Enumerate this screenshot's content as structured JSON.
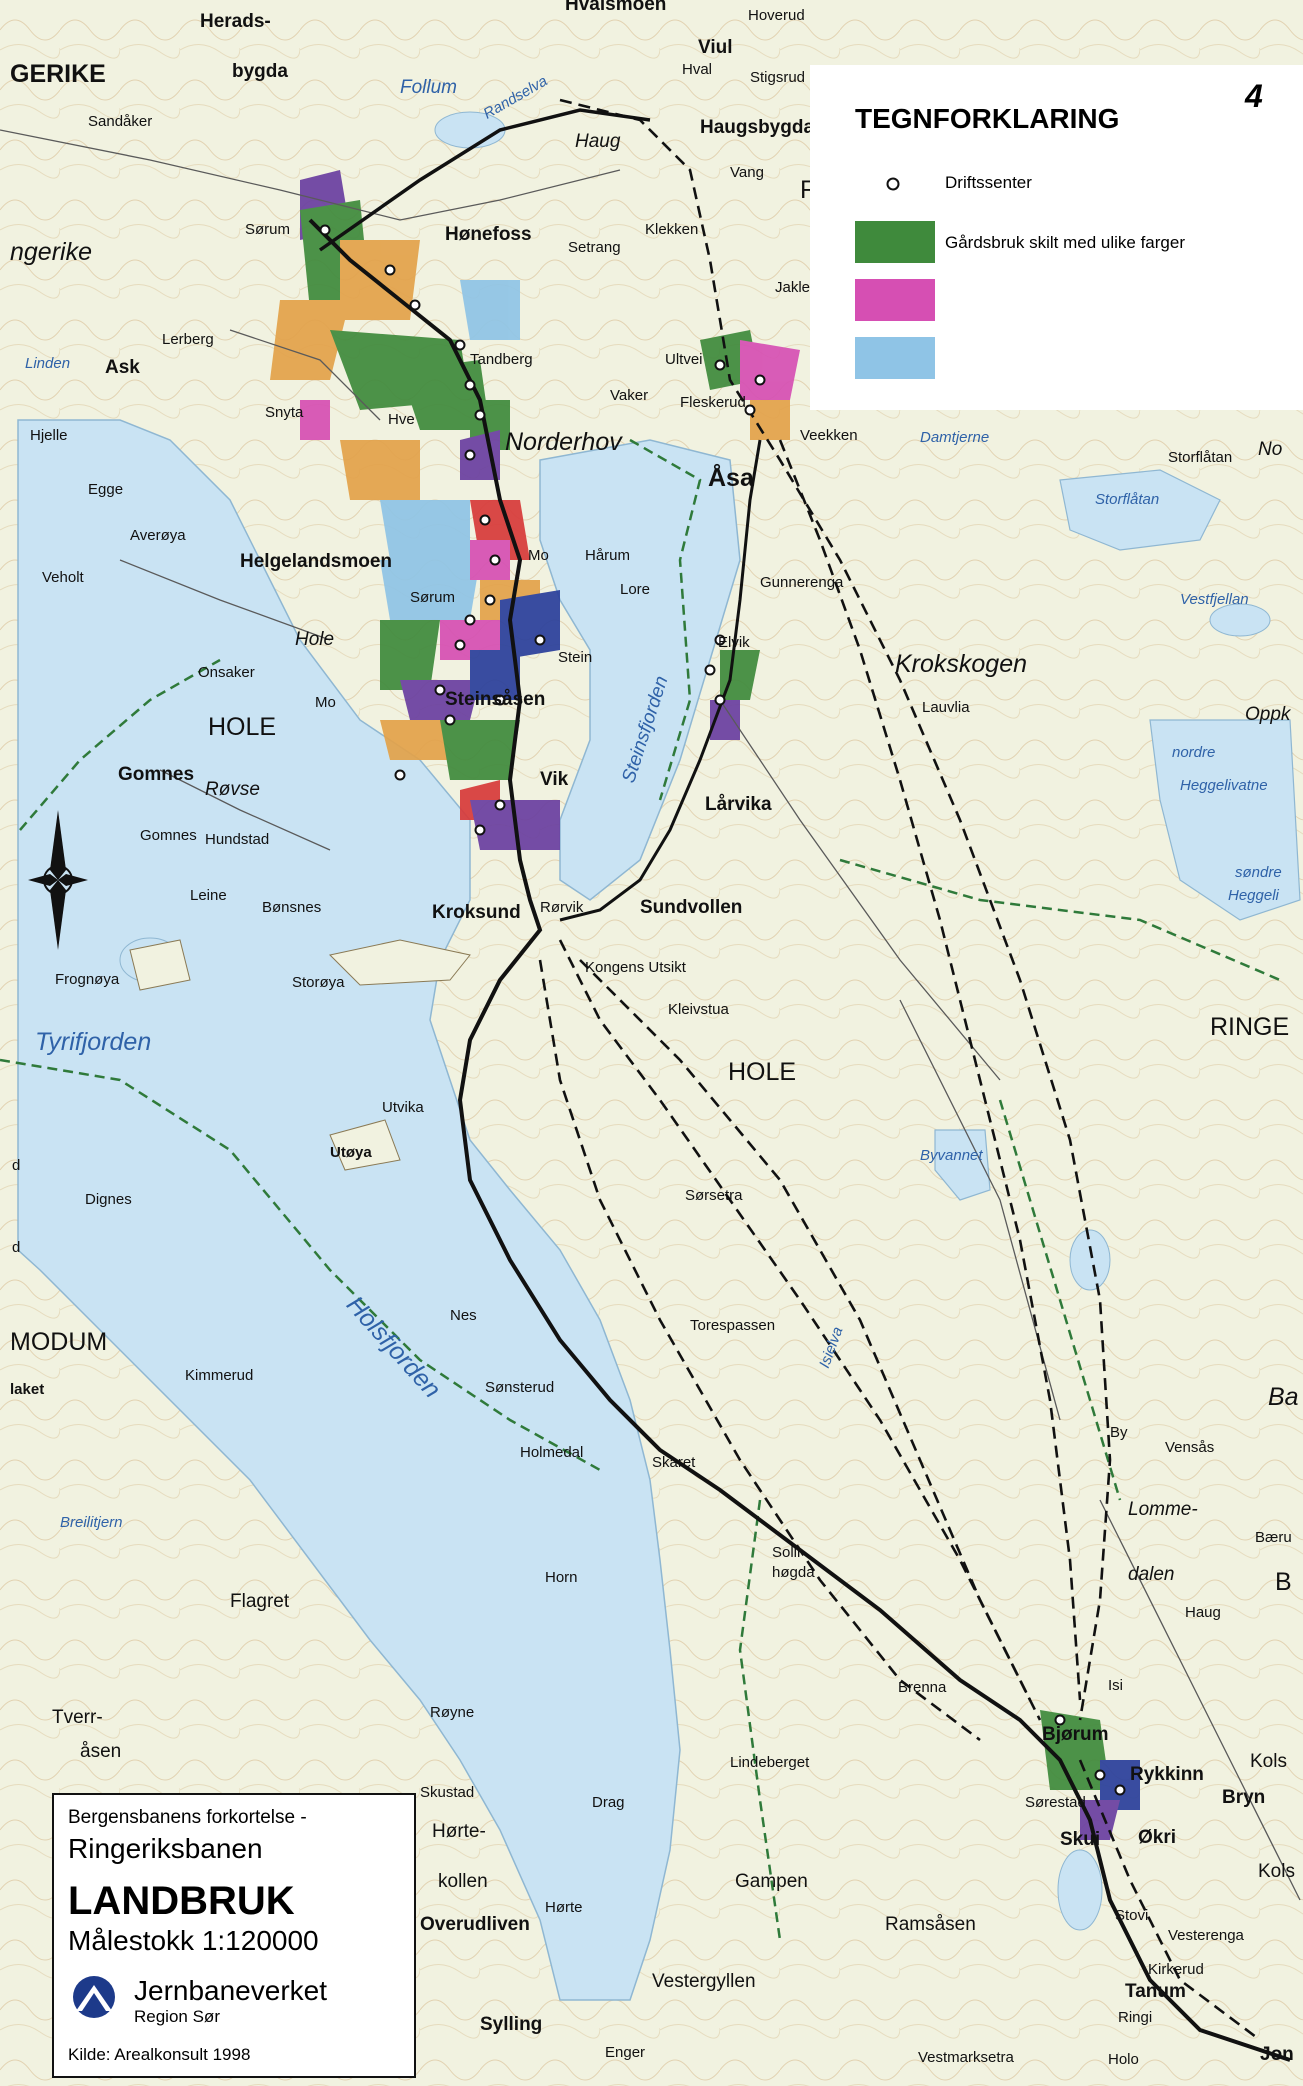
{
  "page_number": "4",
  "legend": {
    "title": "TEGNFORKLARING",
    "items": [
      {
        "symbol": "circle-icon",
        "label": "Driftssenter"
      },
      {
        "symbol": "green-swatch",
        "color": "#3f8a3c",
        "label": "Gårdsbruk skilt med ulike farger"
      },
      {
        "symbol": "magenta-swatch",
        "color": "#d64fb3",
        "label": ""
      },
      {
        "symbol": "blue-swatch",
        "color": "#8fc4e6",
        "label": ""
      }
    ]
  },
  "colors": {
    "water": "#c9e3f3",
    "land": "#f1f2e0",
    "farm_green": "#3f8a3c",
    "farm_magenta": "#d64fb3",
    "farm_blue": "#8fc4e6",
    "farm_orange": "#e3a24a",
    "farm_purple": "#6a3fa0",
    "farm_red": "#d83a3a",
    "farm_navy": "#2a3f9b",
    "route": "#111111",
    "boundary": "#2f7a3a"
  },
  "title_box": {
    "line1": "Bergensbanens forkortelse -",
    "line2": "Ringeriksbanen",
    "title": "LANDBRUK",
    "scale": "Målestokk 1:120000",
    "organization": "Jernbaneverket",
    "region": "Region Sør",
    "source": "Kilde: Arealkonsult 1998"
  },
  "places": {
    "heradsbygda_1": "Herads-",
    "heradsbygda_2": "bygda",
    "hvalsmoen": "Hvalsmoen",
    "hoverud": "Hoverud",
    "viul": "Viul",
    "hval": "Hval",
    "stigsrud": "Stigsrud",
    "gerike": "GERIKE",
    "sandaker": "Sandåker",
    "follum": "Follum",
    "randselva": "Randselva",
    "haug": "Haug",
    "haugsbygda": "Haugsbygda",
    "vang": "Vang",
    "ri": "RI",
    "sorum": "Sørum",
    "honefoss": "Hønefoss",
    "setrang": "Setrang",
    "klekken": "Klekken",
    "agerike": "ngerike",
    "jaklefo": "Jaklefo",
    "lerberg": "Lerberg",
    "tandberg": "Tandberg",
    "ultvei": "Ultvei",
    "linden": "Linden",
    "ask": "Ask",
    "snyta": "Snyta",
    "vaker": "Vaker",
    "fleskerud": "Fleskerud",
    "hjelle": "Hjelle",
    "hve": "Hve",
    "norderhov": "Norderhov",
    "dambjerne": "Damtjerne",
    "veekken": "Veekken",
    "storflatan1": "Storflåtan",
    "no": "No",
    "asa": "Åsa",
    "egge": "Egge",
    "storflatan2": "Storflåtan",
    "averoya": "Averøya",
    "helgelandsmoen": "Helgelandsmoen",
    "mo1": "Mo",
    "harum": "Hårum",
    "veholt": "Veholt",
    "lore": "Lore",
    "gunnerenga": "Gunnerenga",
    "sorum2": "Sørum",
    "hole_small": "Hole",
    "vestfjellan": "Vestfjellan",
    "stein": "Stein",
    "elvik": "Elvik",
    "onsaker": "Onsaker",
    "krokskogen": "Krokskogen",
    "mo2": "Mo",
    "steinsasen": "Steinsåsen",
    "lauvlia": "Lauvlia",
    "oppk": "Oppk",
    "hole_big": "HOLE",
    "steinsfjorden": "Steinsfjorden",
    "nordre": "nordre",
    "heggelivatne": "Heggelivatne",
    "gomnes": "Gomnes",
    "rovse": "Røvse",
    "vik": "Vik",
    "larvika": "Lårvika",
    "gomnes2": "Gomnes",
    "hundstad": "Hundstad",
    "sondre": "søndre",
    "heggeli": "Heggeli",
    "leine": "Leine",
    "bonsnes": "Bønsnes",
    "kroksund": "Kroksund",
    "rorvik": "Rørvik",
    "sundvollen": "Sundvollen",
    "kongens_utsikt": "Kongens Utsikt",
    "frognoya": "Frognøya",
    "storoya": "Storøya",
    "kleivstua": "Kleivstua",
    "tyrifjorden": "Tyrifjorden",
    "hole_center": "HOLE",
    "ringe": "RINGE",
    "utvika": "Utvika",
    "utoya": "Utøya",
    "byvannet": "Byvannet",
    "dignes": "Dignes",
    "sorsetra": "Sørsetra",
    "d1": "d",
    "d2": "d",
    "modum": "MODUM",
    "holsfjorden": "Holsfjorden",
    "nes": "Nes",
    "torespassen": "Torespassen",
    "kimmerud": "Kimmerud",
    "isielva": "Isielva",
    "sonsterud": "Sønsterud",
    "laket": "laket",
    "ba": "Ba",
    "holmedal": "Holmedal",
    "skaret": "Skaret",
    "by": "By",
    "vensas": "Vensås",
    "breilitjern": "Breilitjern",
    "lommedalen1": "Lomme-",
    "lommedalen2": "dalen",
    "barum": "Bæru",
    "sollihogda1": "Solli-",
    "sollihogda2": "høgda",
    "horn": "Horn",
    "b": "B",
    "flagret": "Flagret",
    "haug2": "Haug",
    "brenna": "Brenna",
    "isi": "Isi",
    "tverrasen1": "Tverr-",
    "tverrasen2": "åsen",
    "royne": "Røyne",
    "bjorum": "Bjørum",
    "kols1": "Kols",
    "lindeberget": "Lindeberget",
    "rykkinn": "Rykkinn",
    "skustad": "Skustad",
    "bryn": "Bryn",
    "drag": "Drag",
    "hortekollen1": "Hørte-",
    "hortekollen2": "kollen",
    "sorestad": "Sørestad",
    "skui": "Skui",
    "okri": "Økri",
    "kols2": "Kols",
    "gampen": "Gampen",
    "hurte": "Hørte",
    "overudlien": "Overudliven",
    "stovi": "Stovi",
    "ramsasen": "Ramsåsen",
    "vesterenga": "Vesterenga",
    "kirkerud": "Kirkerud",
    "vestergyllen": "Vestergyllen",
    "tanum": "Tanum",
    "ringi": "Ringi",
    "sylling": "Sylling",
    "enger": "Enger",
    "vestmarksetra": "Vestmarksetra",
    "holo": "Holo",
    "jon": "Jon"
  }
}
